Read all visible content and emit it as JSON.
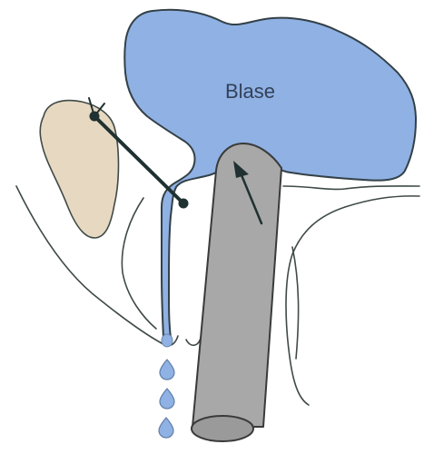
{
  "labels": {
    "bladder": "Blase"
  },
  "colors": {
    "bladder_fill": "#8fb1e3",
    "bladder_stroke": "#334047",
    "bone_fill": "#e7d8c1",
    "rod_fill": "#a8a8a8",
    "rod_top_fill": "#9a9a9a",
    "drop_fill": "#8fb1e3",
    "outline": "#3f4a47",
    "arrow": "#1f3130"
  },
  "icons": {
    "bladder": "bladder-shape",
    "pubic_bone": "pubic-bone-shape",
    "sling": "sling-line",
    "rod": "vaginal-cylinder",
    "arrow": "up-arrow",
    "drops": "water-drop-icon"
  }
}
